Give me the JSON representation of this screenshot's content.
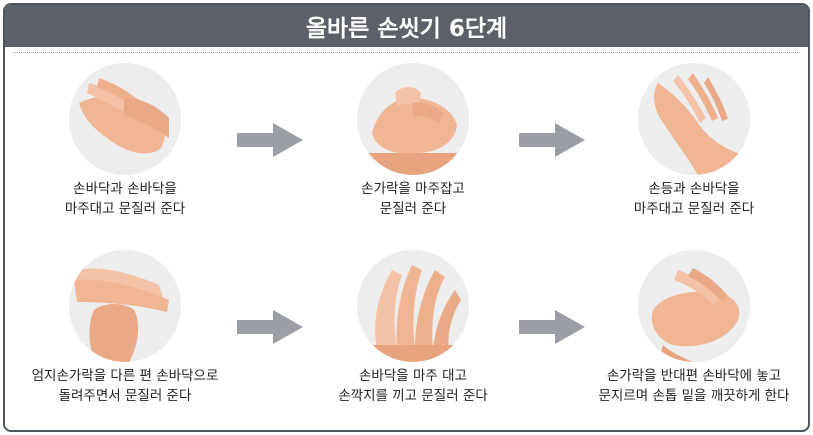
{
  "title": "올바른 손씻기 6단계",
  "colors": {
    "header_bg": "#5c6169",
    "frame_border": "#4d5560",
    "arrow": "#9a9fa6",
    "skin": "#f1b999"
  },
  "steps": [
    {
      "line1": "손바닥과 손바닥을",
      "line2": "마주대고 문질러 준다",
      "icon": "palms-rubbing-icon"
    },
    {
      "line1": "손가락을 마주잡고",
      "line2": "문질러 준다",
      "icon": "fingers-interlocked-icon"
    },
    {
      "line1": "손등과 손바닥을",
      "line2": "마주대고 문질러 준다",
      "icon": "back-of-hand-icon"
    },
    {
      "line1": "엄지손가락을 다른 편 손바닥으로",
      "line2": "돌려주면서 문질러 준다",
      "icon": "thumb-rotation-icon"
    },
    {
      "line1": "손바닥을 마주 대고",
      "line2": "손깍지를 끼고 문질러 준다",
      "icon": "fingers-between-icon"
    },
    {
      "line1": "손가락을 반대편 손바닥에 놓고",
      "line2": "문지르며 손톱 밑을 깨끗하게 한다",
      "icon": "fingertips-nails-icon"
    }
  ]
}
